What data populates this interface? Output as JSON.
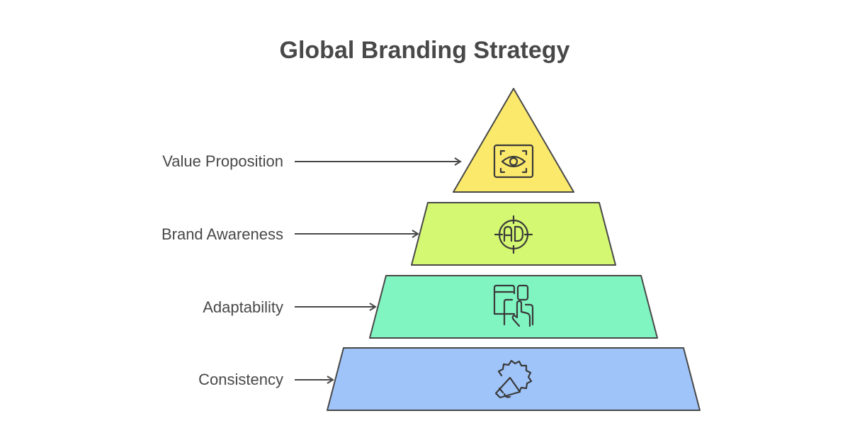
{
  "title": "Global Branding Strategy",
  "tiers": [
    {
      "label": "Value Proposition",
      "icon": "eye-focus-icon",
      "color": "#fbe96c"
    },
    {
      "label": "Brand Awareness",
      "icon": "ad-target-icon",
      "color": "#d5f872"
    },
    {
      "label": "Adaptability",
      "icon": "devices-touch-icon",
      "color": "#80f5c1"
    },
    {
      "label": "Consistency",
      "icon": "megaphone-badge-icon",
      "color": "#9fc4fa"
    }
  ]
}
